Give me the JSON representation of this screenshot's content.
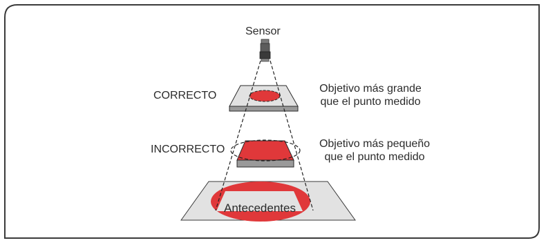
{
  "sensor_label": "Sensor",
  "correct_label": "CORRECTO",
  "incorrect_label": "INCORRECTO",
  "correct_note": {
    "line1": "Objetivo más grande",
    "line2": "que el punto medido"
  },
  "incorrect_note": {
    "line1": "Objetivo más pequeño",
    "line2": "que el punto medido"
  },
  "background_label": "Antecedentes",
  "colors": {
    "frame": "#3a3a3a",
    "spot": "#e0383a",
    "plate_top": "#e4e4e4",
    "plate_side": "#9a9a9a",
    "beam": "#222222"
  }
}
